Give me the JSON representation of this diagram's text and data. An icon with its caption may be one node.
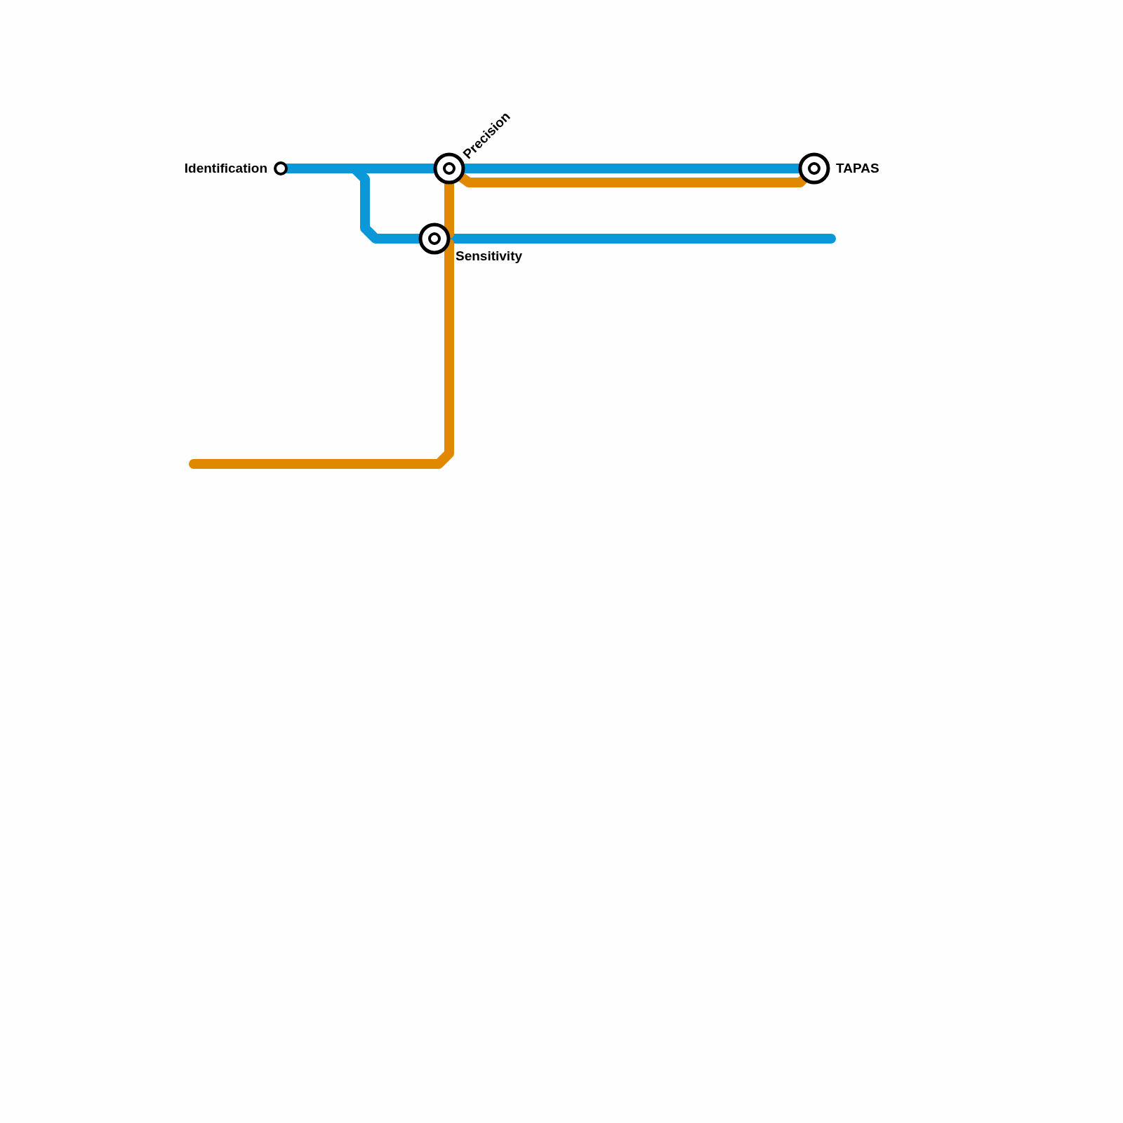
{
  "diagram": {
    "nodes": [
      {
        "text": [
          "Identification"
        ]
      },
      {
        "text": [
          "Precision"
        ]
      },
      {
        "text": [
          "Sensitivity"
        ]
      },
      {
        "text": [
          "TAPAS"
        ]
      }
    ],
    "edges": [
      {
        "from": 0,
        "to": 1,
        "arrow": "none",
        "color": "#0a98d8"
      },
      {
        "from": 1,
        "to": 3,
        "arrow": "none",
        "color": "#0a98d8"
      },
      {
        "from": 0,
        "to": 2,
        "arrow": "none",
        "color": "#0a98d8"
      },
      {
        "from": 2,
        "to": null,
        "arrow": "none",
        "color": "#0a98d8"
      },
      {
        "from": null,
        "to": 2,
        "arrow": "none",
        "color": "#e08800"
      },
      {
        "from": 2,
        "to": 1,
        "arrow": "none",
        "color": "#e08800"
      },
      {
        "from": 1,
        "to": 3,
        "arrow": "none",
        "color": "#e08800"
      }
    ]
  }
}
